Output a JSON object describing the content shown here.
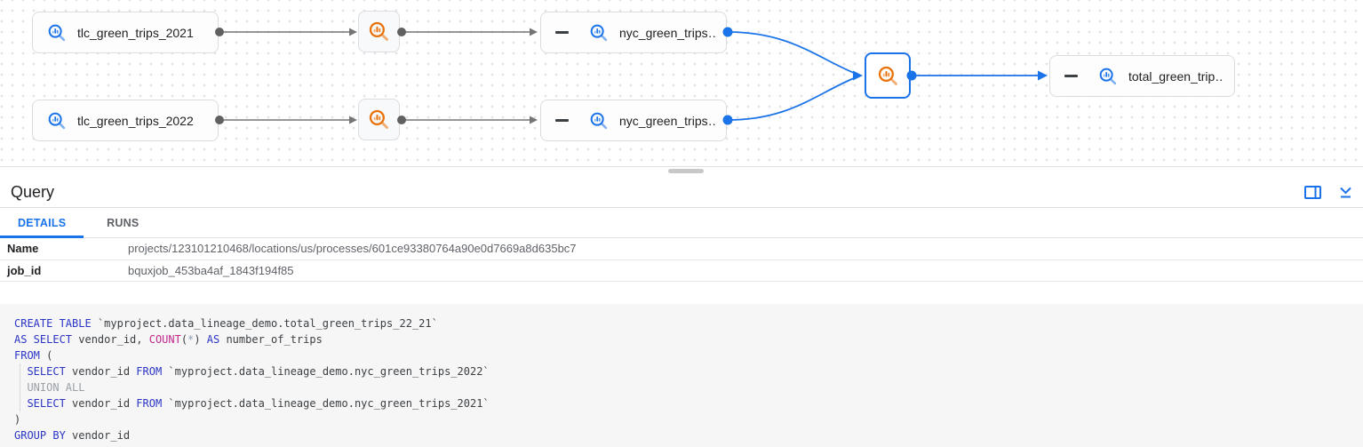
{
  "graph": {
    "nodes": {
      "tlc_2021": {
        "label": "tlc_green_trips_2021",
        "type": "table"
      },
      "tlc_2022": {
        "label": "tlc_green_trips_2022",
        "type": "table"
      },
      "nyc_1": {
        "label": "nyc_green_trips…",
        "type": "table"
      },
      "nyc_2": {
        "label": "nyc_green_trips…",
        "type": "table"
      },
      "total": {
        "label": "total_green_trip…",
        "type": "table"
      }
    },
    "icons": {
      "table_icon": "bigquery-table-search-chart-icon",
      "process_icon": "query-process-magnifier-icon",
      "collapse_node_icon": "minus-collapse-icon"
    },
    "colors": {
      "edge_gray": "#757575",
      "edge_dot_gray": "#616161",
      "edge_blue": "#1a73e8",
      "selected_border": "#1a73e8",
      "table_icon_blue": "#1a73e8",
      "process_icon_orange": "#e8710a",
      "node_border": "#dadce0"
    }
  },
  "panel": {
    "title": "Query",
    "tabs": [
      {
        "label": "DETAILS",
        "active": true
      },
      {
        "label": "RUNS",
        "active": false
      }
    ],
    "fields": [
      {
        "label": "Name",
        "value": "projects/123101210468/locations/us/processes/601ce93380764a90e0d7669a8d635bc7"
      },
      {
        "label": "job_id",
        "value": "bquxjob_453ba4af_1843f194f85"
      }
    ],
    "icons": {
      "side_panel_icon": "dock-side-panel-icon",
      "collapse_panel_icon": "chevron-down-collapse-icon"
    },
    "accent_color": "#1a73e8"
  },
  "sql": {
    "syntax_colors": {
      "keyword": "#2b35c5",
      "function": "#c2298d",
      "muted": "#9aa0a6",
      "text": "#3c4043"
    },
    "lines": [
      [
        [
          "kw",
          "CREATE TABLE"
        ],
        [
          "id",
          " `myproject.data_lineage_demo.total_green_trips_22_21`"
        ]
      ],
      [
        [
          "kw",
          "AS SELECT"
        ],
        [
          "id",
          " vendor_id, "
        ],
        [
          "fn",
          "COUNT"
        ],
        [
          "id",
          "("
        ],
        [
          "op",
          "*"
        ],
        [
          "id",
          ") "
        ],
        [
          "kw",
          "AS"
        ],
        [
          "id",
          " number_of_trips"
        ]
      ],
      [
        [
          "kw",
          "FROM"
        ],
        [
          "id",
          " ("
        ]
      ],
      [
        [
          "id",
          "  "
        ],
        [
          "kw",
          "SELECT"
        ],
        [
          "id",
          " vendor_id "
        ],
        [
          "kw",
          "FROM"
        ],
        [
          "id",
          " `myproject.data_lineage_demo.nyc_green_trips_2022`"
        ]
      ],
      [
        [
          "gr",
          "  UNION ALL"
        ]
      ],
      [
        [
          "id",
          "  "
        ],
        [
          "kw",
          "SELECT"
        ],
        [
          "id",
          " vendor_id "
        ],
        [
          "kw",
          "FROM"
        ],
        [
          "id",
          " `myproject.data_lineage_demo.nyc_green_trips_2021`"
        ]
      ],
      [
        [
          "id",
          ")"
        ]
      ],
      [
        [
          "kw",
          "GROUP BY"
        ],
        [
          "id",
          " vendor_id"
        ]
      ]
    ]
  }
}
